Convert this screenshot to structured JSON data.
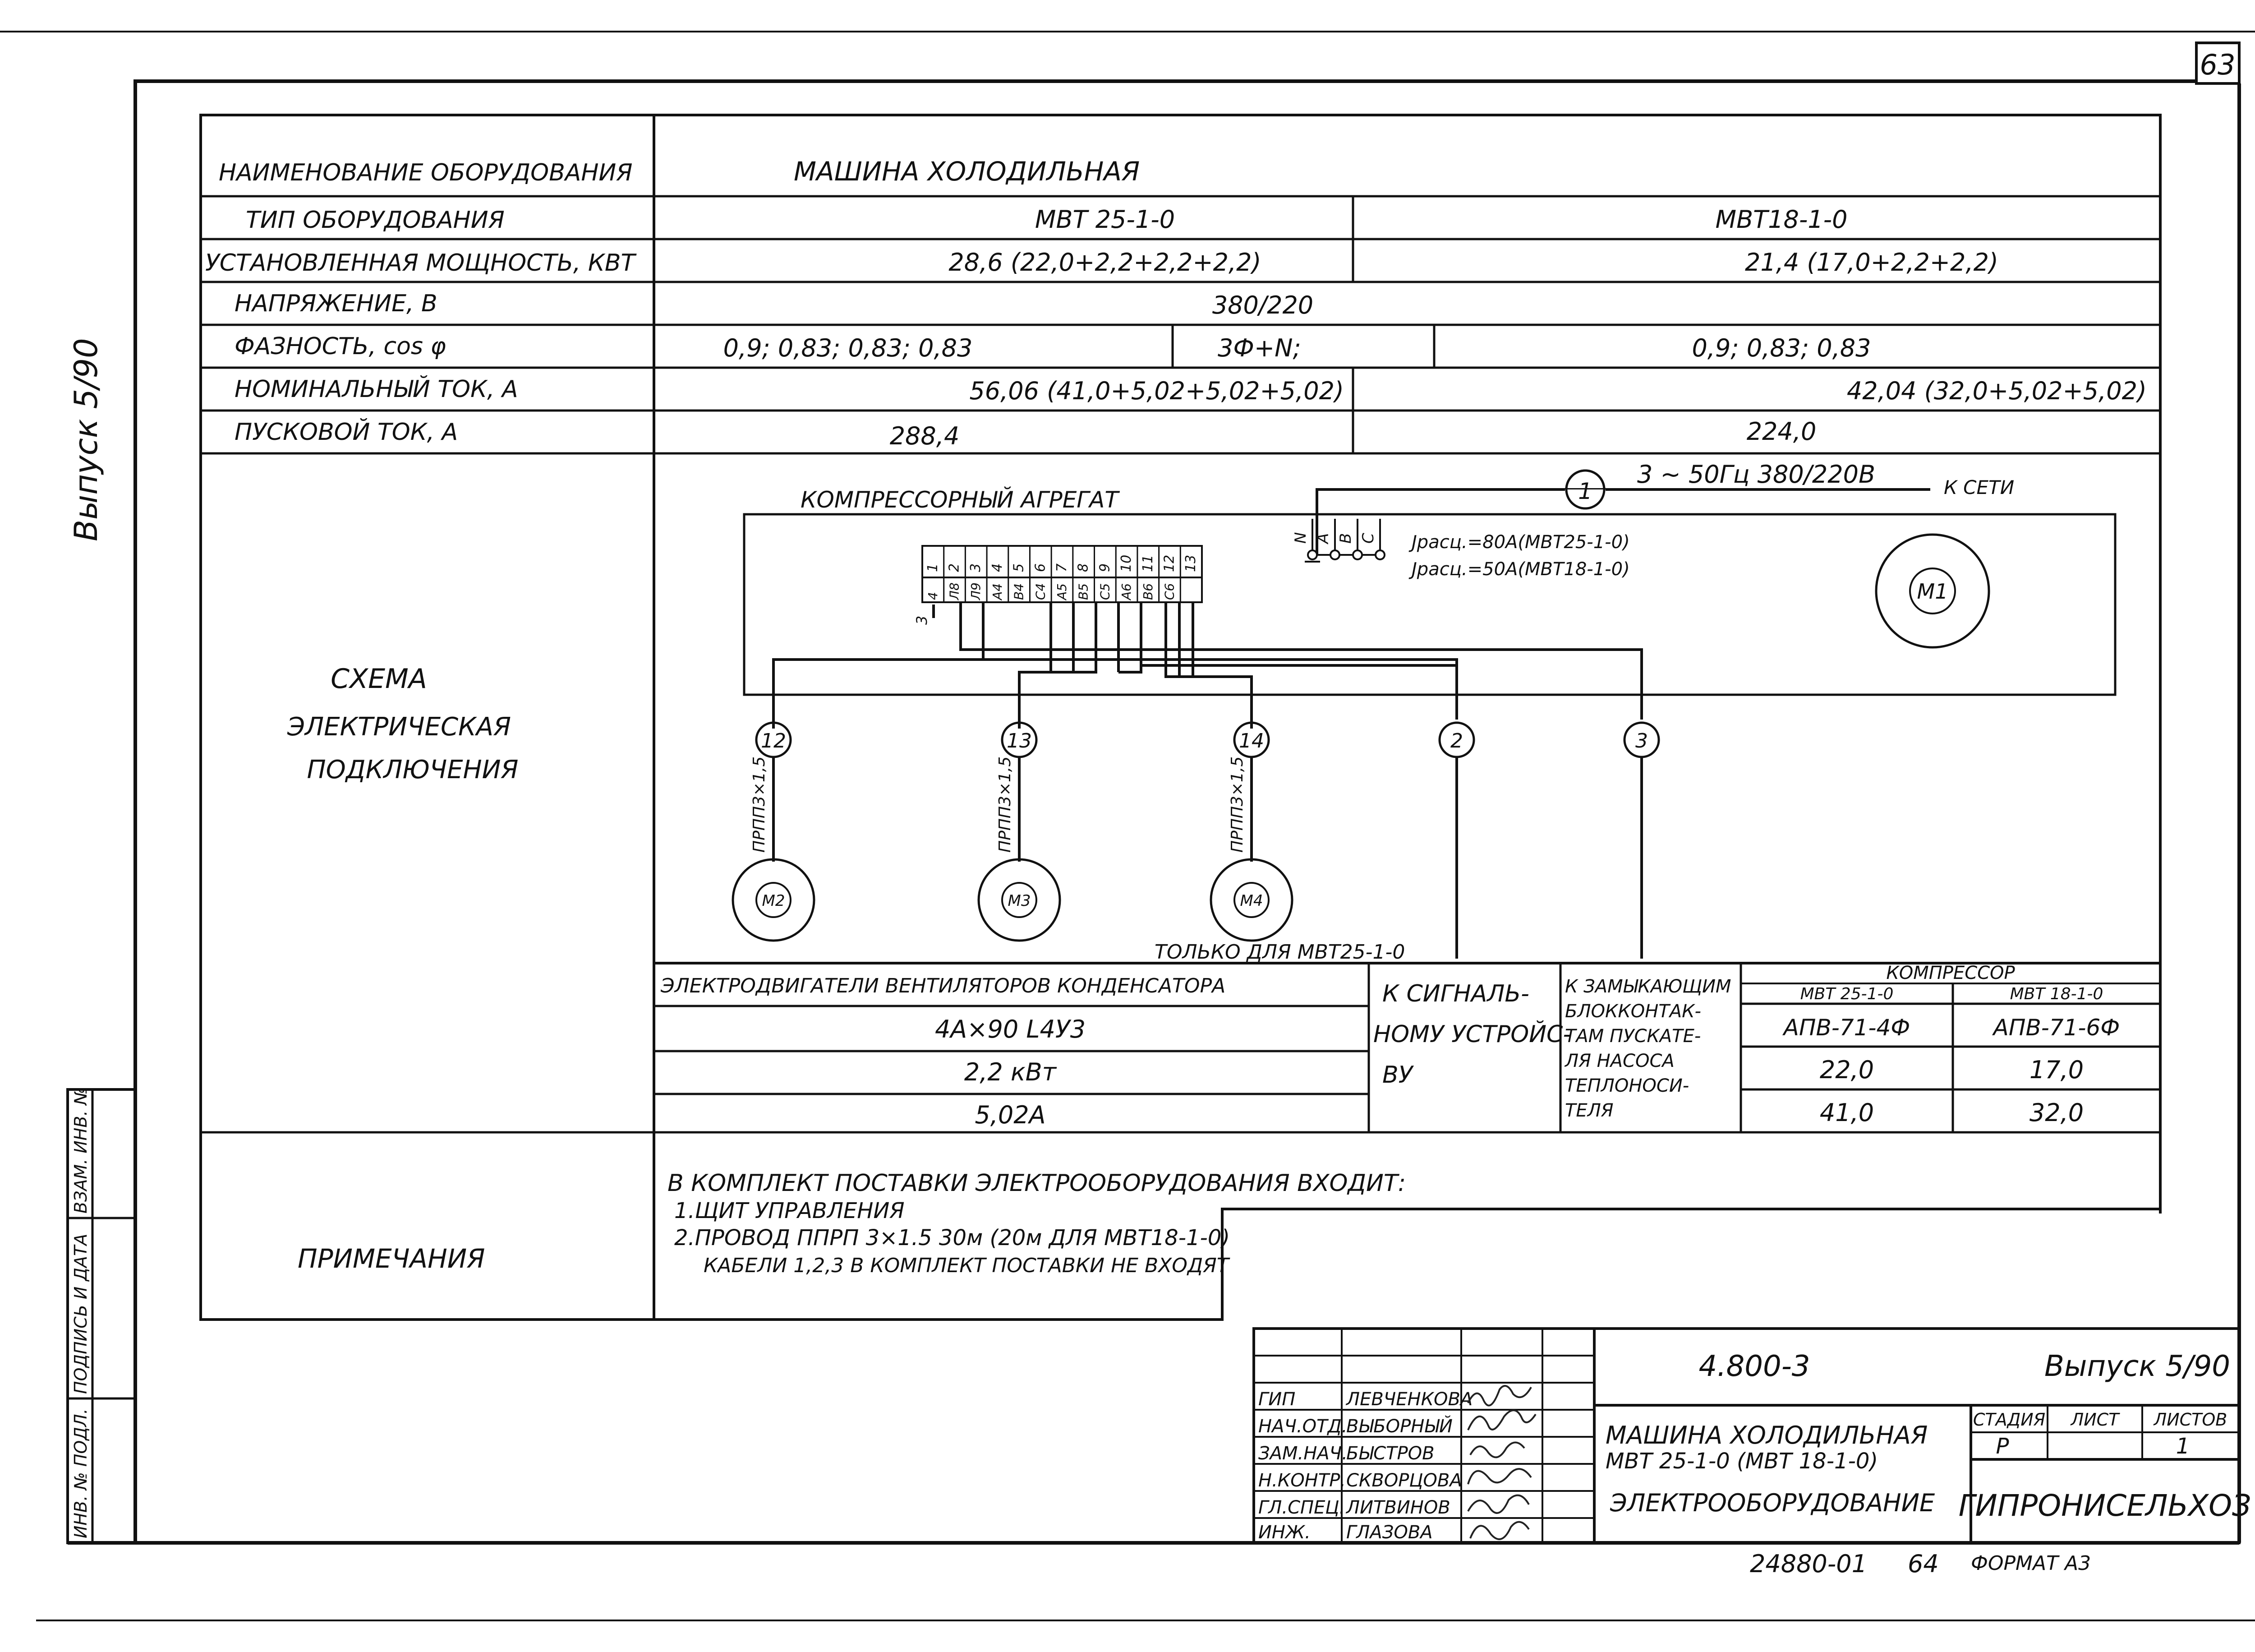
{
  "page_number": "63",
  "margin_left": {
    "issue": "Выпуск 5/90",
    "stamp_cells": [
      "ИНВ. № ПОДЛ.",
      "ПОДПИСЬ И ДАТА",
      "ВЗАМ. ИНВ. №"
    ]
  },
  "spec": {
    "rows": [
      {
        "label": "НАИМЕНОВАНИЕ ОБОРУДОВАНИЯ",
        "value": "МАШИНА ХОЛОДИЛЬНАЯ"
      },
      {
        "label": "ТИП ОБОРУДОВАНИЯ",
        "col1": "МВТ 25-1-0",
        "col2": "МВТ18-1-0"
      },
      {
        "label": "УСТАНОВЛЕННАЯ МОЩНОСТЬ, КВТ",
        "col1": "28,6 (22,0+2,2+2,2+2,2)",
        "col2": "21,4 (17,0+2,2+2,2)"
      },
      {
        "label": "НАПРЯЖЕНИЕ, В",
        "value": "380/220"
      },
      {
        "label": "ФАЗНОСТЬ, cos φ",
        "col1": "0,9; 0,83; 0,83; 0,83",
        "mid": "3Ф+N;",
        "col2": "0,9; 0,83; 0,83"
      },
      {
        "label": "НОМИНАЛЬНЫЙ ТОК, А",
        "col1": "56,06 (41,0+5,02+5,02+5,02)",
        "col2": "42,04 (32,0+5,02+5,02)"
      },
      {
        "label": "ПУСКОВОЙ ТОК, А",
        "col1": "288,4",
        "col2": "224,0"
      }
    ]
  },
  "diagram": {
    "section_label": [
      "СХЕМА",
      "ЭЛЕКТРИЧЕСКАЯ",
      "ПОДКЛЮЧЕНИЯ"
    ],
    "unit_title": "КОМПРЕССОРНЫЙ АГРЕГАТ",
    "network_label": "3 ~ 50Гц 380/220В",
    "network_arrow_label": "К СЕТИ",
    "cable_numbers": [
      "1",
      "2",
      "3",
      "12",
      "13",
      "14"
    ],
    "phase_terminals": [
      "N",
      "A",
      "B",
      "C"
    ],
    "breaker_1": "Jрасц.=80А(МВТ25-1-0)",
    "breaker_2": "Jрасц.=50А(МВТ18-1-0)",
    "motor_main": "М1",
    "terminal_top": [
      "1",
      "2",
      "3",
      "4",
      "5",
      "6",
      "7",
      "8",
      "9",
      "10",
      "11",
      "12",
      "13"
    ],
    "terminal_bottom": [
      "3",
      "4",
      "Л8",
      "Л9",
      "А4",
      "В4",
      "С4",
      "А5",
      "В5",
      "С5",
      "А6",
      "В6",
      "С6"
    ],
    "fan_cable_label": "ПРПП3×1,5",
    "fan_motors": [
      "М2",
      "М3",
      "М4"
    ],
    "only_for": "ТОЛЬКО ДЛЯ МВТ25-1-0"
  },
  "lower_table": {
    "fans_title": "ЭЛЕКТРОДВИГАТЕЛИ ВЕНТИЛЯТОРОВ КОНДЕНСАТОРА",
    "fans_type": "4А×90 L4У3",
    "fans_power": "2,2 кВт",
    "fans_current": "5,02А",
    "signal": [
      "К СИГНАЛЬ-",
      "НОМУ УСТРОЙС-",
      "ВУ"
    ],
    "pump": [
      "К ЗАМЫКАЮЩИМ",
      "БЛОККОНТАК-",
      "ТАМ ПУСКАТЕ-",
      "ЛЯ НАСОСА",
      "ТЕПЛОНОСИ-",
      "ТЕЛЯ"
    ],
    "compressor_header": "КОМПРЕССОР",
    "compressor_models": [
      "МВТ 25-1-0",
      "МВТ 18-1-0"
    ],
    "compressor_types": [
      "АПВ-71-4Ф",
      "АПВ-71-6Ф"
    ],
    "compressor_power": [
      "22,0",
      "17,0"
    ],
    "compressor_current": [
      "41,0",
      "32,0"
    ]
  },
  "notes": {
    "label": "ПРИМЕЧАНИЯ",
    "lines": [
      "В КОМПЛЕКТ ПОСТАВКИ ЭЛЕКТРООБОРУДОВАНИЯ ВХОДИТ:",
      "1.ЩИТ УПРАВЛЕНИЯ",
      "2.ПРОВОД ППРП 3×1.5 30м (20м ДЛЯ МВТ18-1-0)",
      "КАБЕЛИ 1,2,3 В КОМПЛЕКТ ПОСТАВКИ НЕ ВХОДЯТ"
    ]
  },
  "title_block": {
    "doc_code": "4.800-3",
    "issue": "Выпуск 5/90",
    "title_lines": [
      "МАШИНА ХОЛОДИЛЬНАЯ",
      "МВТ 25-1-0      (МВТ 18-1-0)",
      "ЭЛЕКТРООБОРУДОВАНИЕ"
    ],
    "stage_headers": [
      "СТАДИЯ",
      "ЛИСТ",
      "ЛИСТОВ"
    ],
    "stage": "Р",
    "sheets": "1",
    "organization": "ГИПРОНИСЕЛЬХОЗ",
    "people": [
      {
        "role": "ГИП",
        "name": "ЛЕВЧЕНКОВА"
      },
      {
        "role": "НАЧ.ОТД.",
        "name": "ВЫБОРНЫЙ"
      },
      {
        "role": "ЗАМ.НАЧ.",
        "name": "БЫСТРОВ"
      },
      {
        "role": "Н.КОНТР.",
        "name": "СКВОРЦОВА"
      },
      {
        "role": "ГЛ.СПЕЦ.",
        "name": "ЛИТВИНОВ"
      },
      {
        "role": "ИНЖ.",
        "name": "ГЛАЗОВА"
      }
    ]
  },
  "footer": {
    "archive": "24880-01",
    "page": "64",
    "format": "ФОРМАТ А3"
  }
}
